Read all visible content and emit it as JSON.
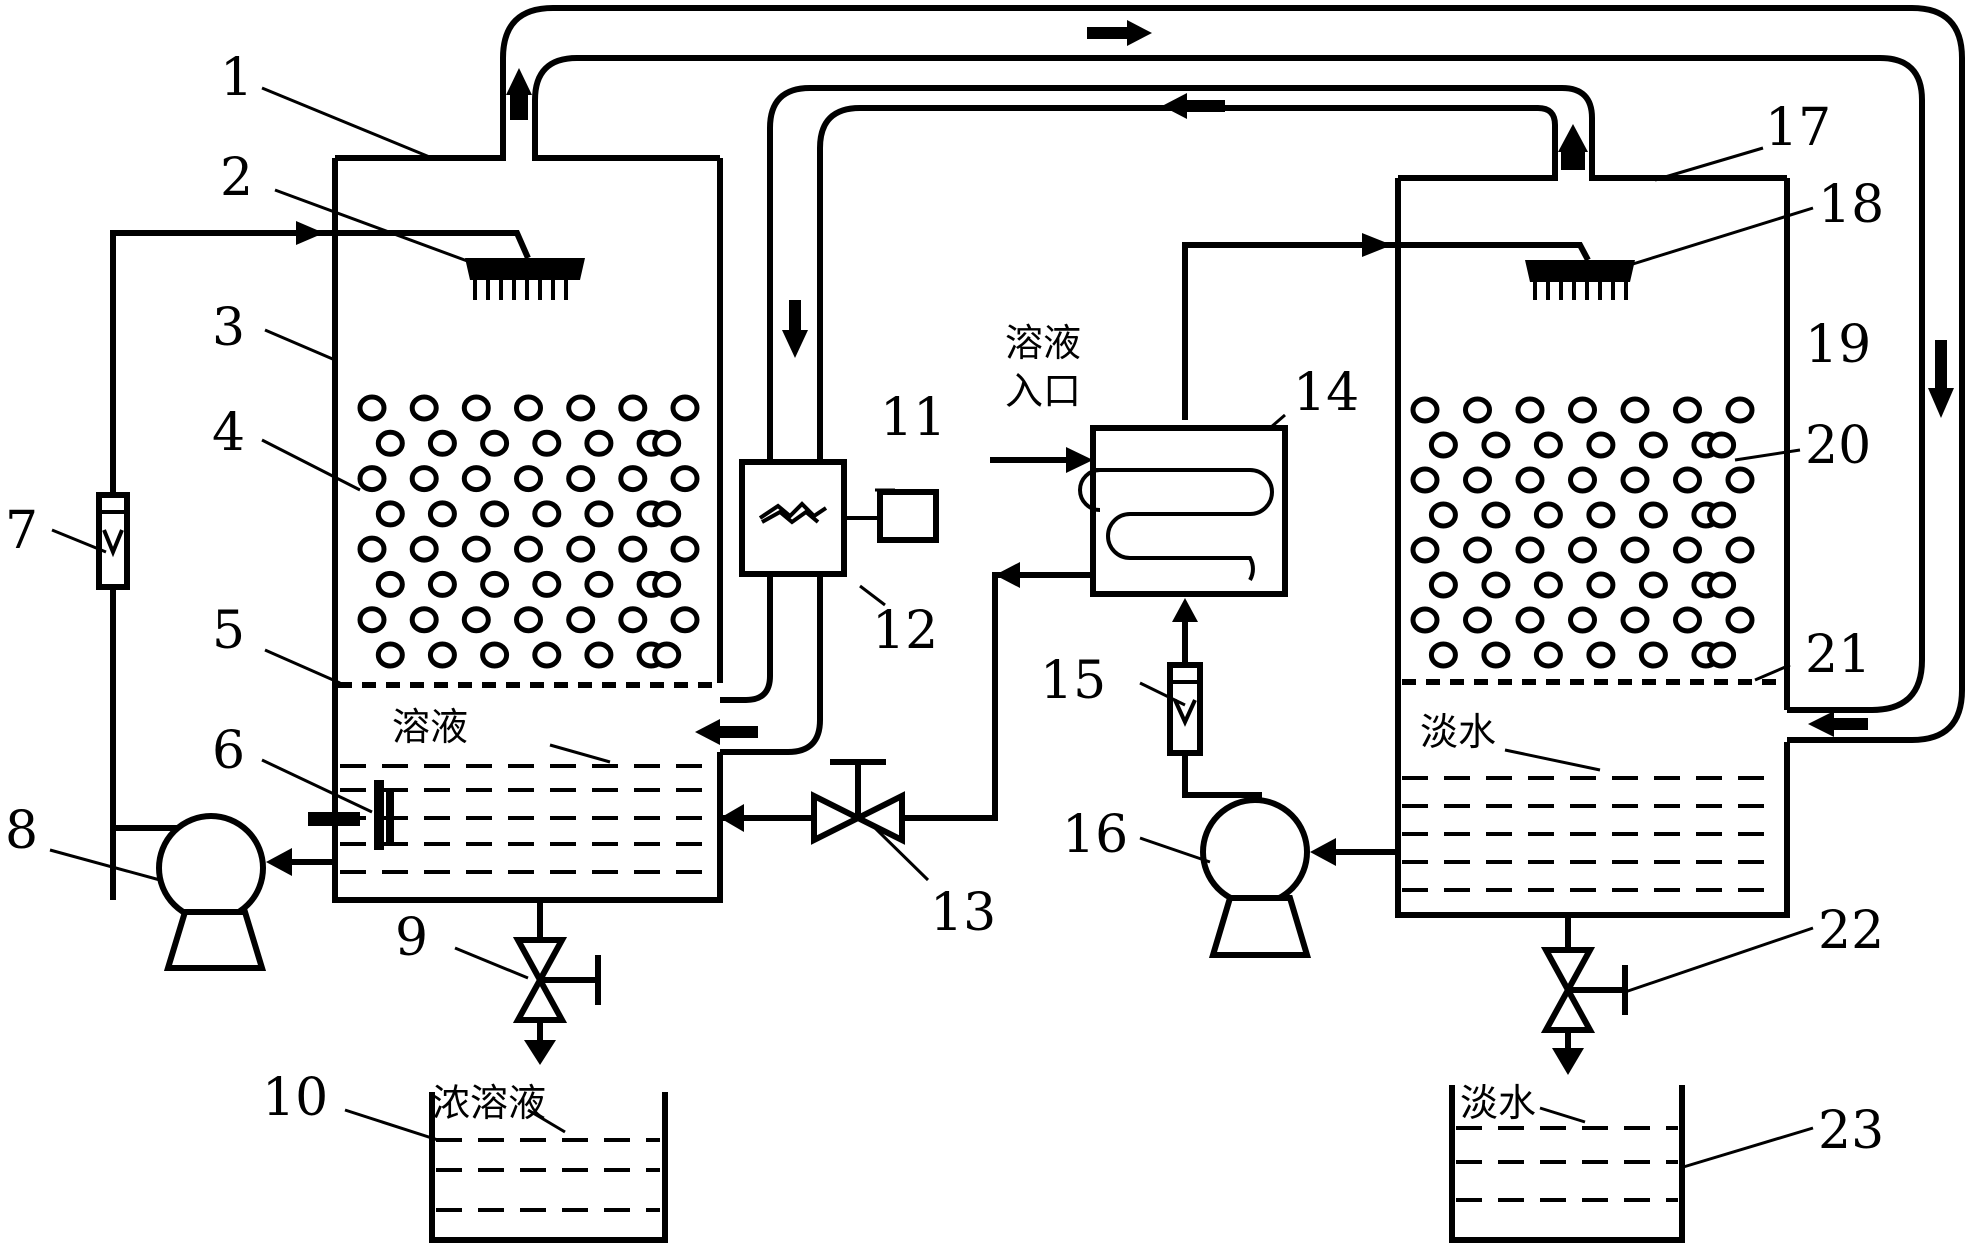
{
  "labels": {
    "solution": "溶液",
    "freshwater": "淡水",
    "concentrated_solution": "浓溶液",
    "freshwater_tank": "淡水",
    "solution_inlet_line1": "溶液",
    "solution_inlet_line2": "入口"
  },
  "numbers": [
    "1",
    "2",
    "3",
    "4",
    "5",
    "6",
    "7",
    "8",
    "9",
    "10",
    "11",
    "12",
    "13",
    "14",
    "15",
    "16",
    "17",
    "18",
    "19",
    "20",
    "21",
    "22",
    "23"
  ]
}
